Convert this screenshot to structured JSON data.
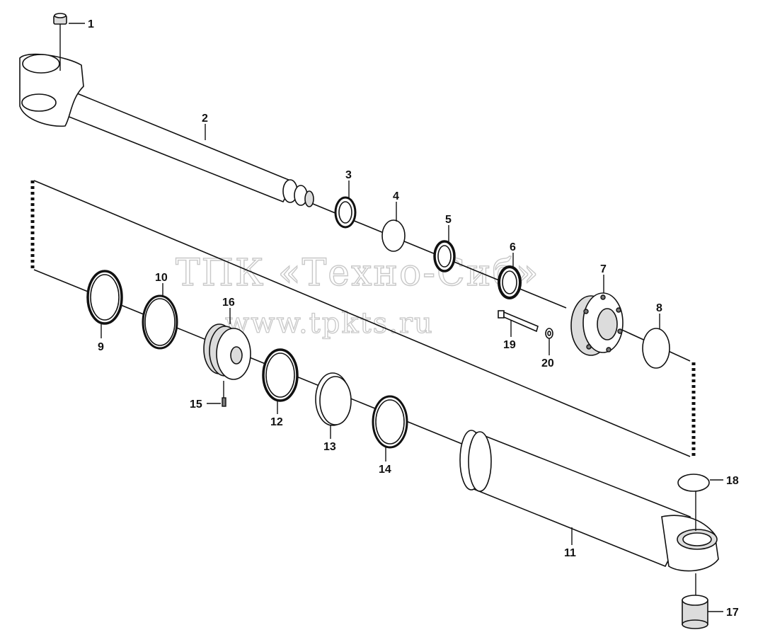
{
  "watermark": {
    "line1": "ТПК «Техно-Сиб»",
    "line2": "www.tpkts.ru"
  },
  "callouts": [
    "1",
    "2",
    "3",
    "4",
    "5",
    "6",
    "7",
    "8",
    "9",
    "10",
    "11",
    "12",
    "13",
    "14",
    "15",
    "16",
    "17",
    "18",
    "19",
    "20"
  ]
}
